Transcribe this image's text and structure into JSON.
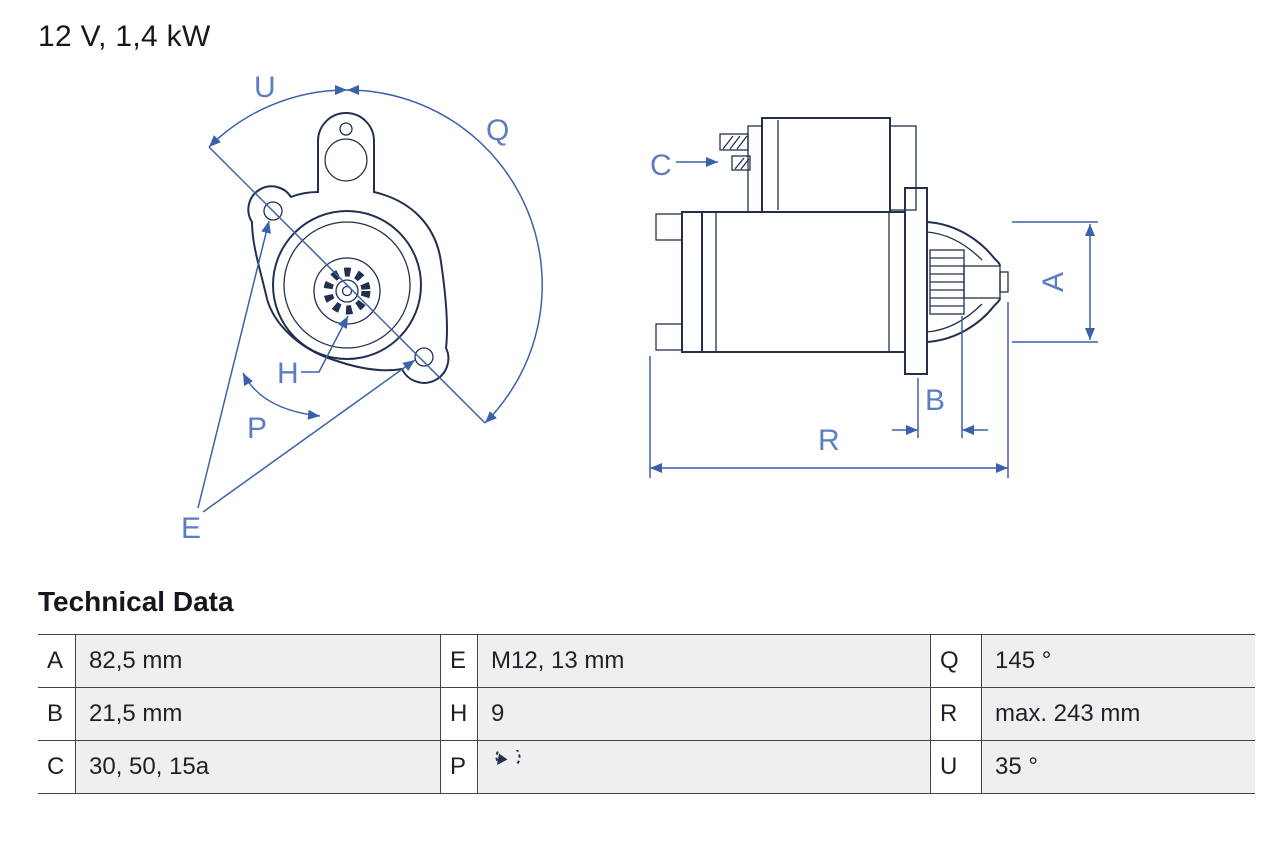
{
  "title": "12 V, 1,4 kW",
  "tech": {
    "heading": "Technical Data",
    "rows": [
      {
        "cells": [
          {
            "label": "A",
            "value": "82,5 mm"
          },
          {
            "label": "E",
            "value": "M12, 13 mm"
          },
          {
            "label": "Q",
            "value": "145 °"
          }
        ]
      },
      {
        "cells": [
          {
            "label": "B",
            "value": "21,5 mm"
          },
          {
            "label": "H",
            "value": "9"
          },
          {
            "label": "R",
            "value": "max. 243 mm"
          }
        ]
      },
      {
        "cells": [
          {
            "label": "C",
            "value": "30, 50, 15a"
          },
          {
            "label": "P",
            "value": "",
            "icon": "rotation-ccw-icon"
          },
          {
            "label": "U",
            "value": "35 °"
          }
        ]
      }
    ]
  },
  "diagram": {
    "front": {
      "u": "U",
      "q": "Q",
      "h": "H",
      "p": "P",
      "e": "E"
    },
    "side": {
      "c": "C",
      "a": "A",
      "b": "B",
      "r": "R"
    }
  },
  "colors": {
    "outline": "#22304f",
    "dimension_line": "#3a61ac",
    "dimension_label": "#5b7dc2",
    "table_line": "#3a4454",
    "value_cell_bg": "#efefef"
  }
}
